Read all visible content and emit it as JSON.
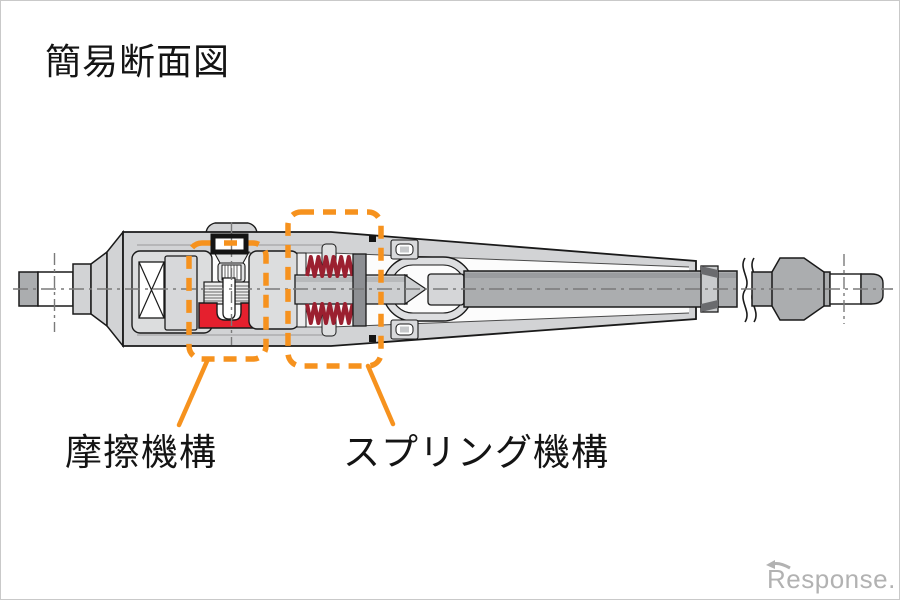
{
  "title": "簡易断面図",
  "diagram": {
    "type": "damper-cross-section",
    "labels": [
      {
        "text": "摩擦機構",
        "target": "friction-mechanism"
      },
      {
        "text": "スプリング機構",
        "target": "spring-mechanism"
      }
    ]
  },
  "watermark": {
    "text": "Response."
  },
  "colors": {
    "accent_orange": "#F6921E",
    "friction_red": "#E5202E",
    "spring_red": "#9B2030",
    "body_gray": "#D2D3D5",
    "rod_gray": "#ABADAF",
    "dark_gray": "#6A6B6E",
    "line_black": "#1A1A1A",
    "centerline_gray": "#7A7A7A",
    "watermark_gray": "#B2B2B2"
  }
}
